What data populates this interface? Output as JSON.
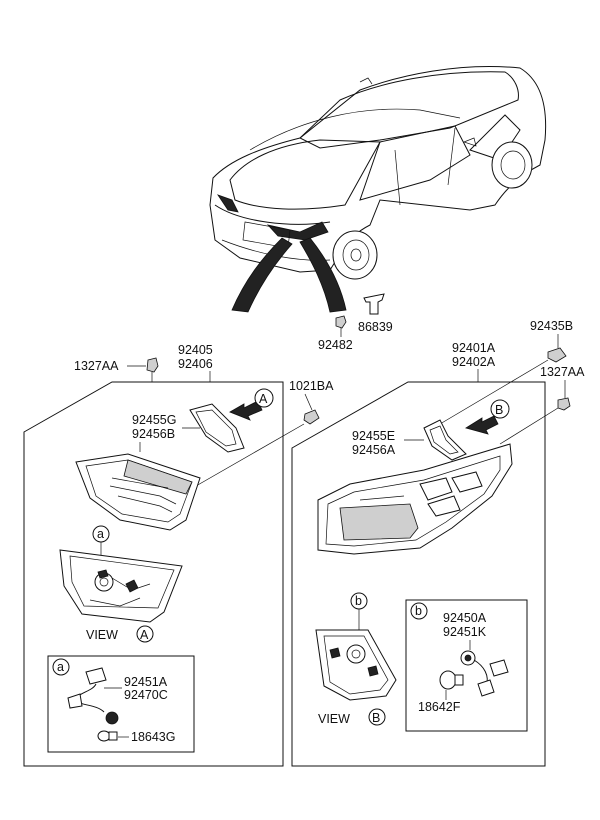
{
  "labels": {
    "p86839": "86839",
    "p92482": "92482",
    "p92405": "92405",
    "p92406": "92406",
    "p1327AA_left": "1327AA",
    "p1021BA": "1021BA",
    "p92455G": "92455G",
    "p92456B": "92456B",
    "p92401A": "92401A",
    "p92402A": "92402A",
    "p92435B": "92435B",
    "p1327AA_right": "1327AA",
    "p92455E": "92455E",
    "p92456A": "92456A",
    "p92451A": "92451A",
    "p92470C": "92470C",
    "p18643G": "18643G",
    "p92450A": "92450A",
    "p92451K": "92451K",
    "p18642F": "18642F"
  },
  "views": {
    "left_label": "VIEW",
    "left_letter": "A",
    "right_label": "VIEW",
    "right_letter": "B"
  },
  "callouts": {
    "A": "A",
    "B": "B",
    "a": "a",
    "b": "b"
  }
}
